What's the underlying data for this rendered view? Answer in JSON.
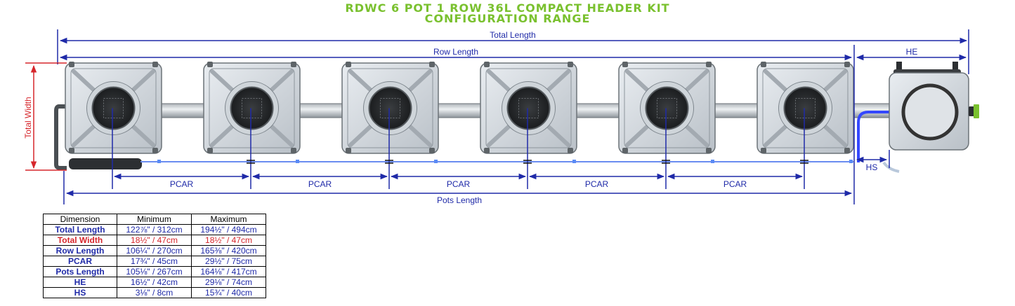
{
  "title": {
    "line1": "RDWC 6 POT 1 ROW 36L COMPACT HEADER KIT",
    "line2": "CONFIGURATION RANGE"
  },
  "labels": {
    "total_length": "Total Length",
    "row_length": "Row Length",
    "he": "HE",
    "total_width": "Total Width",
    "pcar": "PCAR",
    "pots_length": "Pots Length",
    "hs": "HS"
  },
  "colors": {
    "title": "#7ac12f",
    "dimension_blue": "#1f2aa8",
    "dimension_red": "#d6262b"
  },
  "table": {
    "headers": [
      "Dimension",
      "Minimum",
      "Maximum"
    ],
    "rows": [
      {
        "name": "Total Length",
        "min": "122⅞\" / 312cm",
        "max": "194½\" / 494cm",
        "color": "blue"
      },
      {
        "name": "Total Width",
        "min": "18½\" / 47cm",
        "max": "18½\" / 47cm",
        "color": "red"
      },
      {
        "name": "Row Length",
        "min": "106¼\" / 270cm",
        "max": "165⅜\" / 420cm",
        "color": "blue"
      },
      {
        "name": "PCAR",
        "min": "17¾\" / 45cm",
        "max": "29½\" / 75cm",
        "color": "blue"
      },
      {
        "name": "Pots Length",
        "min": "105⅛\" / 267cm",
        "max": "164⅛\" / 417cm",
        "color": "blue"
      },
      {
        "name": "HE",
        "min": "16½\" / 42cm",
        "max": "29⅛\" / 74cm",
        "color": "blue"
      },
      {
        "name": "HS",
        "min": "3⅛\" / 8cm",
        "max": "15¾\" / 40cm",
        "color": "blue"
      }
    ]
  }
}
